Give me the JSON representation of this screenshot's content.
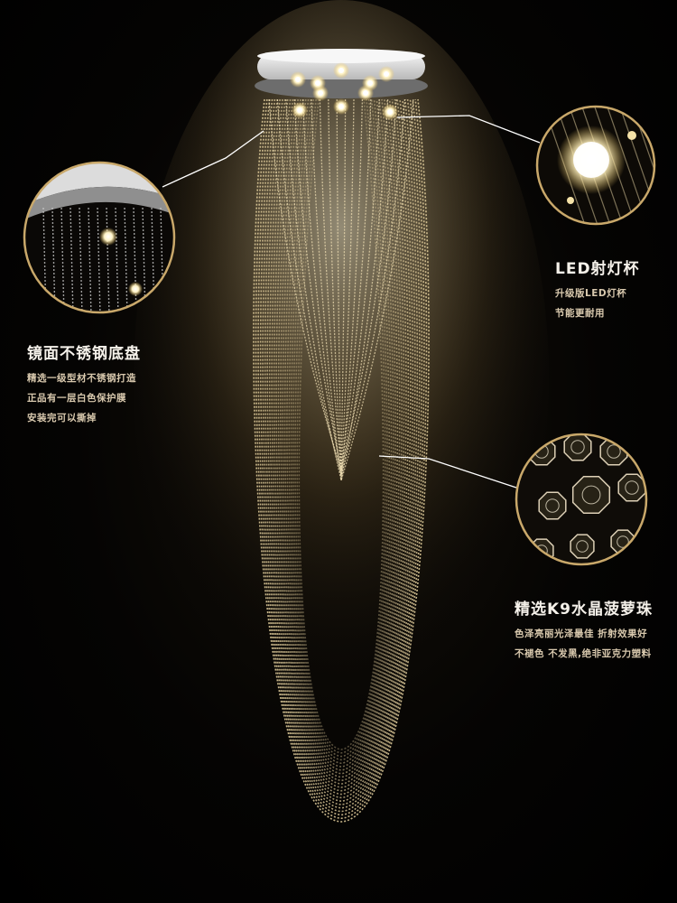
{
  "colors": {
    "background": "#000000",
    "crystal_gold": "#e8d3a0",
    "title_text": "#f5f1ea",
    "body_text": "#d9c9ae",
    "leader_line": "#ffffff",
    "circle_border": "#c9a86a"
  },
  "callouts": {
    "base": {
      "title": "镜面不锈钢底盘",
      "lines": [
        "精选一级型材不锈钢打造",
        "正品有一层白色保护膜",
        "安装完可以撕掉"
      ]
    },
    "led": {
      "title": "LED射灯杯",
      "lines": [
        "升级版LED灯杯",
        "节能更耐用"
      ]
    },
    "crystal": {
      "title": "精选K9水晶菠萝珠",
      "lines": [
        "色泽亮丽光泽最佳 折射效果好",
        "不褪色 不发黑,绝非亚克力塑料"
      ]
    }
  }
}
